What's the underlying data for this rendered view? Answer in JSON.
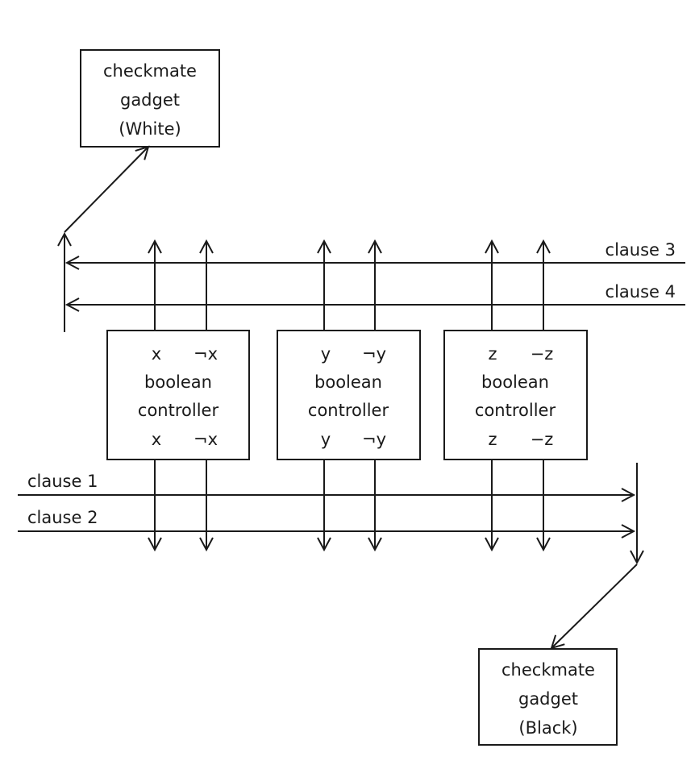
{
  "gadget_white": {
    "lines": [
      "checkmate",
      "gadget",
      "(White)"
    ]
  },
  "gadget_black": {
    "lines": [
      "checkmate",
      "gadget",
      "(Black)"
    ]
  },
  "controllers": [
    {
      "name": "x",
      "top_left": "x",
      "top_right": "¬x",
      "line1": "boolean",
      "line2": "controller",
      "bottom_left": "x",
      "bottom_right": "¬x"
    },
    {
      "name": "y",
      "top_left": "y",
      "top_right": "¬y",
      "line1": "boolean",
      "line2": "controller",
      "bottom_left": "y",
      "bottom_right": "¬y"
    },
    {
      "name": "z",
      "top_left": "z",
      "top_right": "−z",
      "line1": "boolean",
      "line2": "controller",
      "bottom_left": "z",
      "bottom_right": "−z"
    }
  ],
  "clauses": {
    "c1": "clause 1",
    "c2": "clause 2",
    "c3": "clause 3",
    "c4": "clause 4"
  }
}
